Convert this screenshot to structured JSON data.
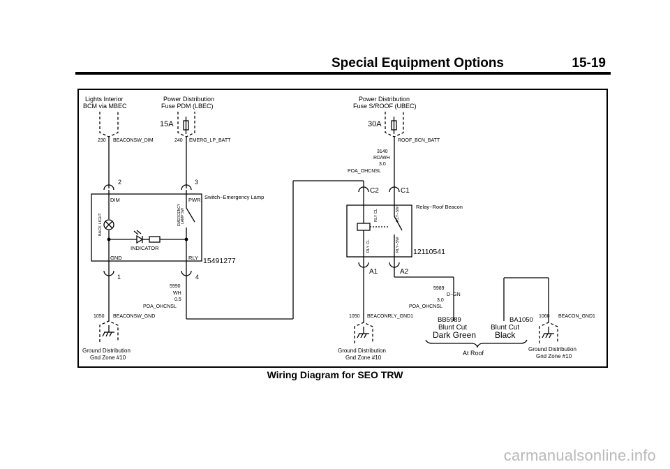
{
  "header": {
    "title": "Special Equipment Options",
    "page": "15-19"
  },
  "caption": "Wiring Diagram for SEO TRW",
  "watermark": "carmanualsonline.info",
  "diagram": {
    "lights_interior": [
      "Lights Interior",
      "BCM via MBEC"
    ],
    "pdm_fuse": [
      "Power Distribution",
      "Fuse PDM (LBEC)"
    ],
    "fuse_15a": "15A",
    "roof_fuse": [
      "Power Distribution",
      "Fuse S/ROOF (UBEC)"
    ],
    "fuse_30a": "30A",
    "w230": "230",
    "beaconsw_dim": "BEACONSW_DIM",
    "w240": "240",
    "emerg_lp_batt": "EMERG_LP_BATT",
    "roof_bcn_batt": "ROOF_BCN_BATT",
    "w3140": "3140",
    "rd_wh": "RD/WH",
    "g30a": "3.0",
    "poa_ohcnsl_a": "POA_OHCNSL",
    "pin2": "2",
    "pin3": "3",
    "pin1": "1",
    "pin4": "4",
    "c2": "C2",
    "c1": "C1",
    "a1": "A1",
    "a2": "A2",
    "switch_label": "Switch−Emergency Lamp",
    "dim": "DIM",
    "pwr": "PWR",
    "gnd": "GND",
    "rly": "RLY",
    "indicator": "INDICATOR",
    "back_light": "BACK LIGHT",
    "emerg_sw": [
      "EMERGENCY",
      "LAMP SW"
    ],
    "part_15491277": "15491277",
    "relay_label": "Relay−Roof Beacon",
    "rly_cl_top": "RLY CL",
    "rly_sw_top": "RLY−SW",
    "rly_cl_bot": "RLY CL",
    "rly_sw_bot": "RLY−SW",
    "part_12110541": "12110541",
    "w5990": "5990",
    "wh": "WH",
    "g05": "0.5",
    "poa_ohcnsl_b": "POA_OHCNSL",
    "w1050a": "1050",
    "beaconsw_gnd": "BEACONSW_GND",
    "w5989": "5989",
    "d_gn": "D−GN",
    "g30b": "3.0",
    "poa_ohcnsl_c": "POA_OHCNSL",
    "w1050b": "1050",
    "beaconrly_gnd1": "BEACONRLY_GND1",
    "bb5989": "BB5989",
    "ba1050": "BA1050",
    "w1060": "1060",
    "beacon_gnd1": "BEACON_GND1",
    "blunt_dark": [
      "Blunt Cut",
      "Dark Green"
    ],
    "blunt_black": [
      "Blunt Cut",
      "Black"
    ],
    "at_roof": "At Roof",
    "gnd_left": [
      "Ground Distribution",
      "Gnd Zone #10"
    ],
    "gnd_mid": [
      "Ground Distribution",
      "Gnd Zone #10"
    ],
    "gnd_right": [
      "Ground Distribution",
      "Gnd Zone #10"
    ]
  }
}
